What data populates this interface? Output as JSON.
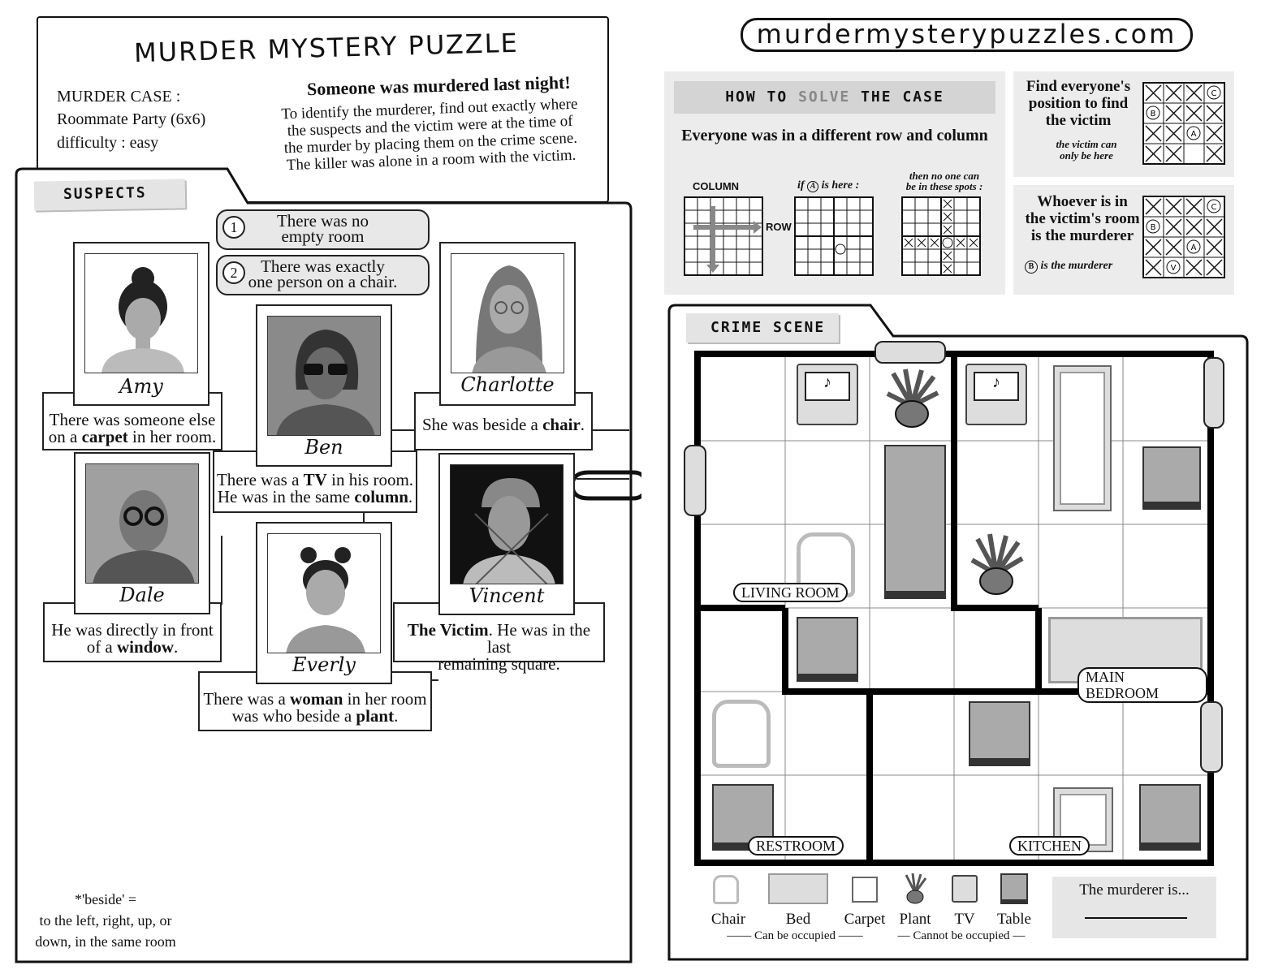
{
  "header": {
    "title": "MURDER MYSTERY PUZZLE",
    "case_label": "MURDER CASE :",
    "case_name": "Roommate Party (6x6)",
    "difficulty": "difficulty : easy",
    "headline": "Someone was murdered last night!",
    "intro_1": "To identify the murderer, find out exactly where",
    "intro_2": "the suspects and the victim were at the time of",
    "intro_3": "the murder by placing them on the crime scene.",
    "intro_4": "The killer was alone in a room with the victim."
  },
  "site": {
    "url": "murdermysterypuzzles.com"
  },
  "suspects_tab": "SUSPECTS",
  "rules": [
    {
      "num": "1",
      "line1": "There was no",
      "line2": "empty room"
    },
    {
      "num": "2",
      "line1": "There was exactly",
      "line2": "one person on a chair."
    }
  ],
  "suspects": {
    "amy": {
      "name": "Amy",
      "clue1": "There was someone else",
      "clue2a": "on a ",
      "clue2b": "carpet",
      "clue2c": " in her room."
    },
    "ben": {
      "name": "Ben",
      "clue1a": "There was a ",
      "clue1b": "TV",
      "clue1c": " in his room.",
      "clue2a": "He was in the same ",
      "clue2b": "column",
      "clue2c": "."
    },
    "charlotte": {
      "name": "Charlotte",
      "clue1a": "She was beside a ",
      "clue1b": "chair",
      "clue1c": "."
    },
    "dale": {
      "name": "Dale",
      "clue1": "He was directly in front",
      "clue2a": "of a ",
      "clue2b": "window",
      "clue2c": "."
    },
    "vincent": {
      "name": "Vincent",
      "clue1a": "The Victim",
      "clue1b": ". He was in the last",
      "clue2": "remaining square."
    },
    "everly": {
      "name": "Everly",
      "clue1a": "There was a ",
      "clue1b": "woman",
      "clue1c": " in her room",
      "clue2a": "was who beside a ",
      "clue2b": "plant",
      "clue2c": "."
    }
  },
  "beside_note": {
    "line1": "*'beside' =",
    "line2": "to the left, right, up, or",
    "line3": "down, in the same room"
  },
  "how_to": {
    "title_a": "HOW TO",
    "title_b": "SOLVE",
    "title_c": "THE CASE",
    "rule": "Everyone was in a different row and column",
    "column_label": "COLUMN",
    "row_label": "ROW",
    "if_label_a": "if",
    "if_label_b": "A",
    "if_label_c": "is here :",
    "then_label1": "then no one can",
    "then_label2": "be in these spots :"
  },
  "find_victim": {
    "line1": "Find everyone's",
    "line2": "position to find",
    "line3": "the victim",
    "note1": "the victim can",
    "note2": "only be here"
  },
  "whoever": {
    "line1": "Whoever is in",
    "line2": "the victim's room",
    "line3": "is the murderer",
    "note_letter": "B",
    "note_text": "is the murderer"
  },
  "crime_scene_tab": "CRIME SCENE",
  "rooms": [
    "LIVING ROOM",
    "MAIN BEDROOM",
    "RESTROOM",
    "KITCHEN"
  ],
  "legend": {
    "items": [
      "Chair",
      "Bed",
      "Carpet",
      "Plant",
      "TV",
      "Table"
    ],
    "can": "Can be occupied",
    "cannot": "Cannot be occupied"
  },
  "answer": {
    "label": "The murderer is..."
  },
  "colors": {
    "paper": "#ffffff",
    "panel": "#ececec",
    "furniture": "#a8a8a8",
    "ink": "#111111"
  }
}
